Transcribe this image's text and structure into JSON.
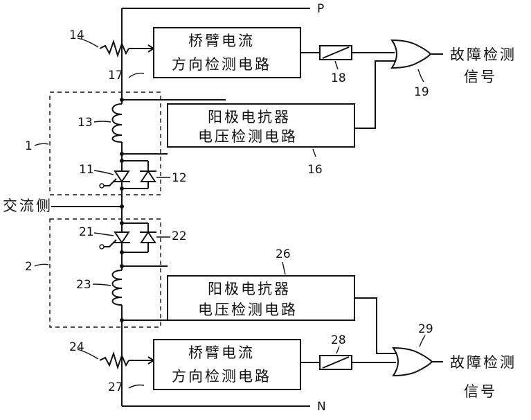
{
  "rails": {
    "top": "P",
    "bottom": "N"
  },
  "ac_side": "交流侧",
  "modules": [
    {
      "id": "1",
      "label": "1"
    },
    {
      "id": "2",
      "label": "2"
    }
  ],
  "components": {
    "c11": "11",
    "c12": "12",
    "c13": "13",
    "c14": "14",
    "c16": "16",
    "c17": "17",
    "c18": "18",
    "c19": "19",
    "c21": "21",
    "c22": "22",
    "c23": "23",
    "c24": "24",
    "c26": "26",
    "c27": "27",
    "c28": "28",
    "c29": "29"
  },
  "boxes": {
    "upper_current": [
      "桥臂电流",
      "方向检测电路"
    ],
    "upper_voltage": [
      "阳极电抗器",
      "电压检测电路"
    ],
    "lower_voltage": [
      "阳极电抗器",
      "电压检测电路"
    ],
    "lower_current": [
      "桥臂电流",
      "方向检测电路"
    ]
  },
  "outputs": {
    "upper": [
      "故障检测",
      "信号"
    ],
    "lower": [
      "故障检测",
      "信号"
    ]
  }
}
